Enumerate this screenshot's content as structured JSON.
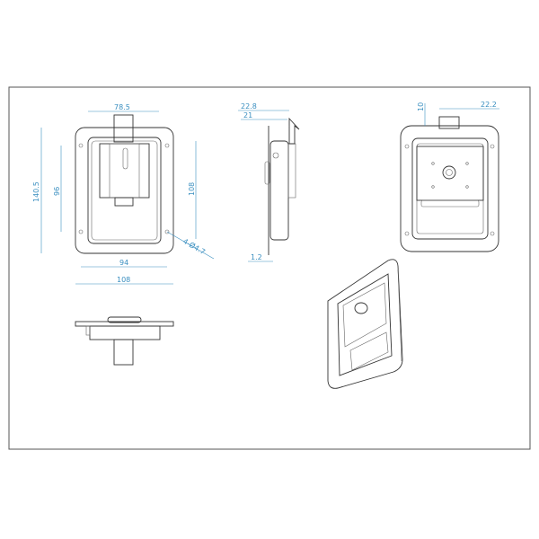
{
  "drawing": {
    "front_view": {
      "dims": {
        "handle_width": "78.5",
        "overall_height": "140.5",
        "hole_vertical_spacing": "96",
        "flange_height": "108",
        "hole_spec": "4-Ø4.7",
        "hole_horizontal_spacing": "94",
        "overall_width": "108"
      }
    },
    "side_view": {
      "dims": {
        "depth_overall": "22.8",
        "depth_body": "21",
        "flange_thickness": "1.2"
      }
    },
    "rear_view": {
      "dims": {
        "tab_offset": "10",
        "tab_width": "22.2"
      }
    }
  },
  "colors": {
    "dimension": "#3a8fc0",
    "outline": "#333333",
    "frame": "#555555"
  }
}
